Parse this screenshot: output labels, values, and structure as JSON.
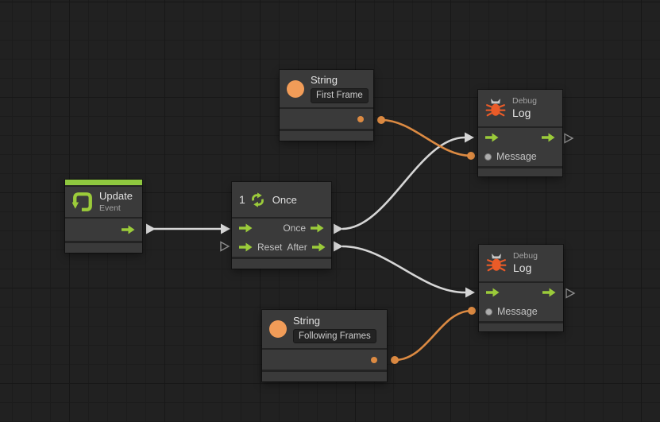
{
  "colors": {
    "canvas_bg": "#212121",
    "grid_minor": "#1c1c1c",
    "grid_major": "#171717",
    "node_bg": "#3A3A3A",
    "node_gap": "#232323",
    "accent_green": "#9BCB3A",
    "event_bar_green": "#8FC83F",
    "wire_white": "#D6D6D6",
    "value_orange": "#DC8A42",
    "string_icon_orange": "#F19C58",
    "bug_orange": "#EA5B28",
    "bug_head_gray": "#C6C6C6",
    "message_dot_gray": "#ADADAD",
    "hollow_port_gray": "#909090",
    "title_text": "#E2E2E2",
    "subtitle_text": "#A2A2A2",
    "port_label_text": "#C2C2C2",
    "field_bg": "#232323",
    "field_text": "#CDCDCD"
  },
  "icons": {
    "update_event": "green-loop-arrow",
    "once": "green-cycle-arrows",
    "string": "orange-circle",
    "debug_log": "bug",
    "exec_port": "green-arrow",
    "value_port": "dot",
    "unconnected_port": "hollow-triangle"
  },
  "nodes": {
    "update_event": {
      "title": "Update",
      "subtitle": "Event"
    },
    "once": {
      "badge": "1",
      "title": "Once",
      "ports": {
        "once": "Once",
        "reset": "Reset",
        "after": "After"
      }
    },
    "string_first": {
      "title": "String",
      "value": "First Frame"
    },
    "string_following": {
      "title": "String",
      "value": "Following Frames"
    },
    "log_top": {
      "category": "Debug",
      "title": "Log",
      "message_label": "Message"
    },
    "log_bottom": {
      "category": "Debug",
      "title": "Log",
      "message_label": "Message"
    }
  }
}
